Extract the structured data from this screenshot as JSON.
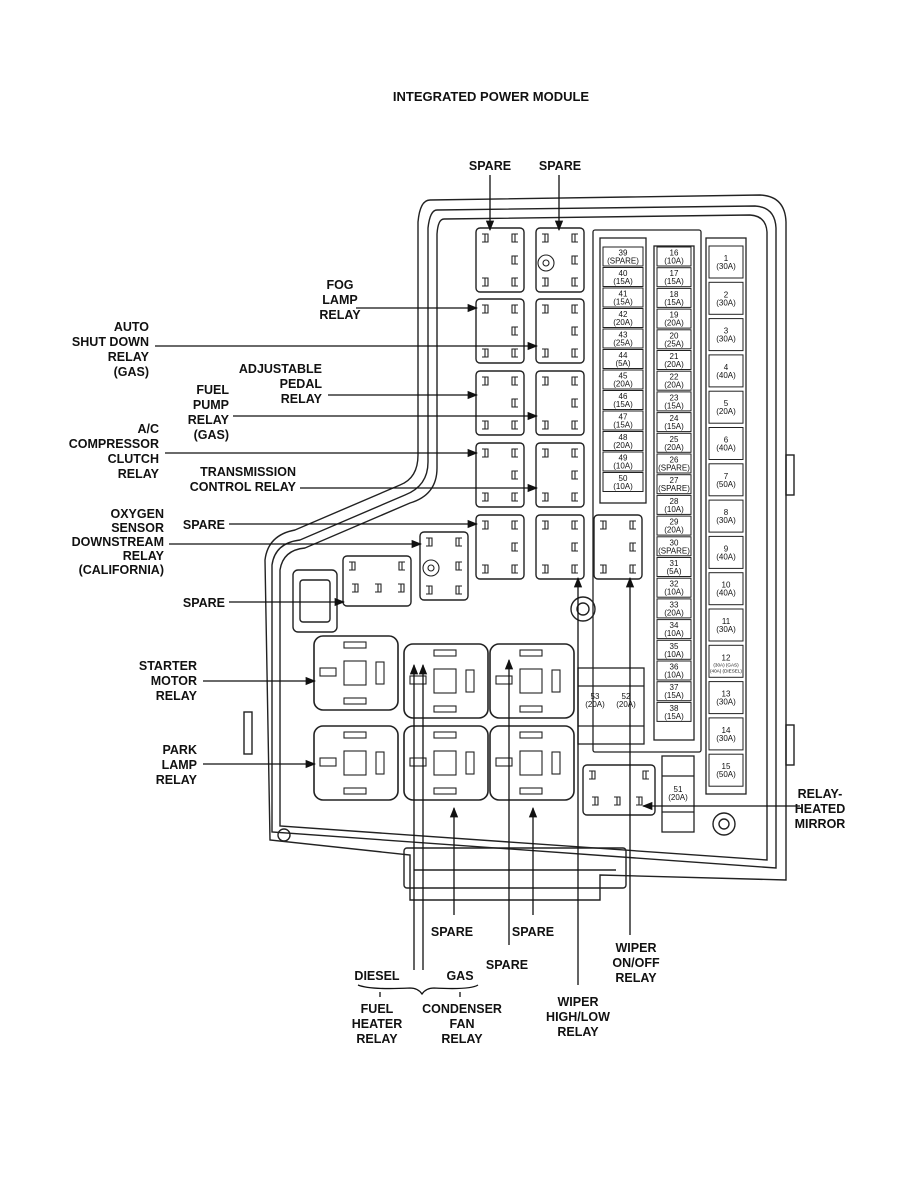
{
  "title": "INTEGRATED POWER MODULE",
  "labels": {
    "spare_top_left": "SPARE",
    "spare_top_right": "SPARE",
    "fog_lamp_relay": [
      "FOG",
      "LAMP",
      "RELAY"
    ],
    "auto_shut_down_relay": [
      "AUTO",
      "SHUT DOWN",
      "RELAY",
      "(GAS)"
    ],
    "adjustable_pedal_relay": [
      "ADJUSTABLE",
      "PEDAL",
      "RELAY"
    ],
    "fuel_pump_relay": [
      "FUEL",
      "PUMP",
      "RELAY",
      "(GAS)"
    ],
    "ac_compressor_clutch_relay": [
      "A/C",
      "COMPRESSOR",
      "CLUTCH",
      "RELAY"
    ],
    "transmission_control_relay": [
      "TRANSMISSION",
      "CONTROL RELAY"
    ],
    "oxygen_sensor_relay": [
      "OXYGEN",
      "SENSOR",
      "DOWNSTREAM",
      "RELAY",
      "(CALIFORNIA)"
    ],
    "spare_mid": "SPARE",
    "spare_left": "SPARE",
    "starter_motor_relay": [
      "STARTER",
      "MOTOR",
      "RELAY"
    ],
    "park_lamp_relay": [
      "PARK",
      "LAMP",
      "RELAY"
    ],
    "relay_heated_mirror": [
      "RELAY-",
      "HEATED",
      "MIRROR"
    ],
    "spare_bottom_1": "SPARE",
    "spare_bottom_2": "SPARE",
    "spare_bottom_3": "SPARE",
    "diesel": "DIESEL",
    "gas": "GAS",
    "fuel_heater_relay": [
      "FUEL",
      "HEATER",
      "RELAY"
    ],
    "condenser_fan_relay": [
      "CONDENSER",
      "FAN",
      "RELAY"
    ],
    "wiper_high_low_relay": [
      "WIPER",
      "HIGH/LOW",
      "RELAY"
    ],
    "wiper_on_off_relay": [
      "WIPER",
      "ON/OFF",
      "RELAY"
    ]
  },
  "fuses_left_column": [
    [
      "39",
      "(SPARE)"
    ],
    [
      "40",
      "(15A)"
    ],
    [
      "41",
      "(15A)"
    ],
    [
      "42",
      "(20A)"
    ],
    [
      "43",
      "(25A)"
    ],
    [
      "44",
      "(5A)"
    ],
    [
      "45",
      "(20A)"
    ],
    [
      "46",
      "(15A)"
    ],
    [
      "47",
      "(15A)"
    ],
    [
      "48",
      "(20A)"
    ],
    [
      "49",
      "(10A)"
    ],
    [
      "50",
      "(10A)"
    ]
  ],
  "fuses_right_column": [
    [
      "16",
      "(10A)"
    ],
    [
      "17",
      "(15A)"
    ],
    [
      "18",
      "(15A)"
    ],
    [
      "19",
      "(20A)"
    ],
    [
      "20",
      "(25A)"
    ],
    [
      "21",
      "(20A)"
    ],
    [
      "22",
      "(20A)"
    ],
    [
      "23",
      "(15A)"
    ],
    [
      "24",
      "(15A)"
    ],
    [
      "25",
      "(20A)"
    ],
    [
      "26",
      "(SPARE)"
    ],
    [
      "27",
      "(SPARE)"
    ],
    [
      "28",
      "(10A)"
    ],
    [
      "29",
      "(20A)"
    ],
    [
      "30",
      "(SPARE)"
    ],
    [
      "31",
      "(5A)"
    ],
    [
      "32",
      "(10A)"
    ],
    [
      "33",
      "(20A)"
    ],
    [
      "34",
      "(10A)"
    ],
    [
      "35",
      "(10A)"
    ],
    [
      "36",
      "(10A)"
    ],
    [
      "37",
      "(15A)"
    ],
    [
      "38",
      "(15A)"
    ]
  ],
  "cartridge_fuses": [
    [
      "1",
      "(30A)"
    ],
    [
      "2",
      "(30A)"
    ],
    [
      "3",
      "(30A)"
    ],
    [
      "4",
      "(40A)"
    ],
    [
      "5",
      "(20A)"
    ],
    [
      "6",
      "(40A)"
    ],
    [
      "7",
      "(50A)"
    ],
    [
      "8",
      "(30A)"
    ],
    [
      "9",
      "(40A)"
    ],
    [
      "10",
      "(40A)"
    ],
    [
      "11",
      "(30A)"
    ],
    [
      "12",
      "(30A) (GAS)",
      "(40A) (DIESEL)"
    ],
    [
      "13",
      "(30A)"
    ],
    [
      "14",
      "(30A)"
    ],
    [
      "15",
      "(50A)"
    ]
  ],
  "fuses_53_52": {
    "f53": [
      "53",
      "(20A)"
    ],
    "f52": [
      "52",
      "(20A)"
    ]
  },
  "fuse_51": [
    "51",
    "(20A)"
  ]
}
